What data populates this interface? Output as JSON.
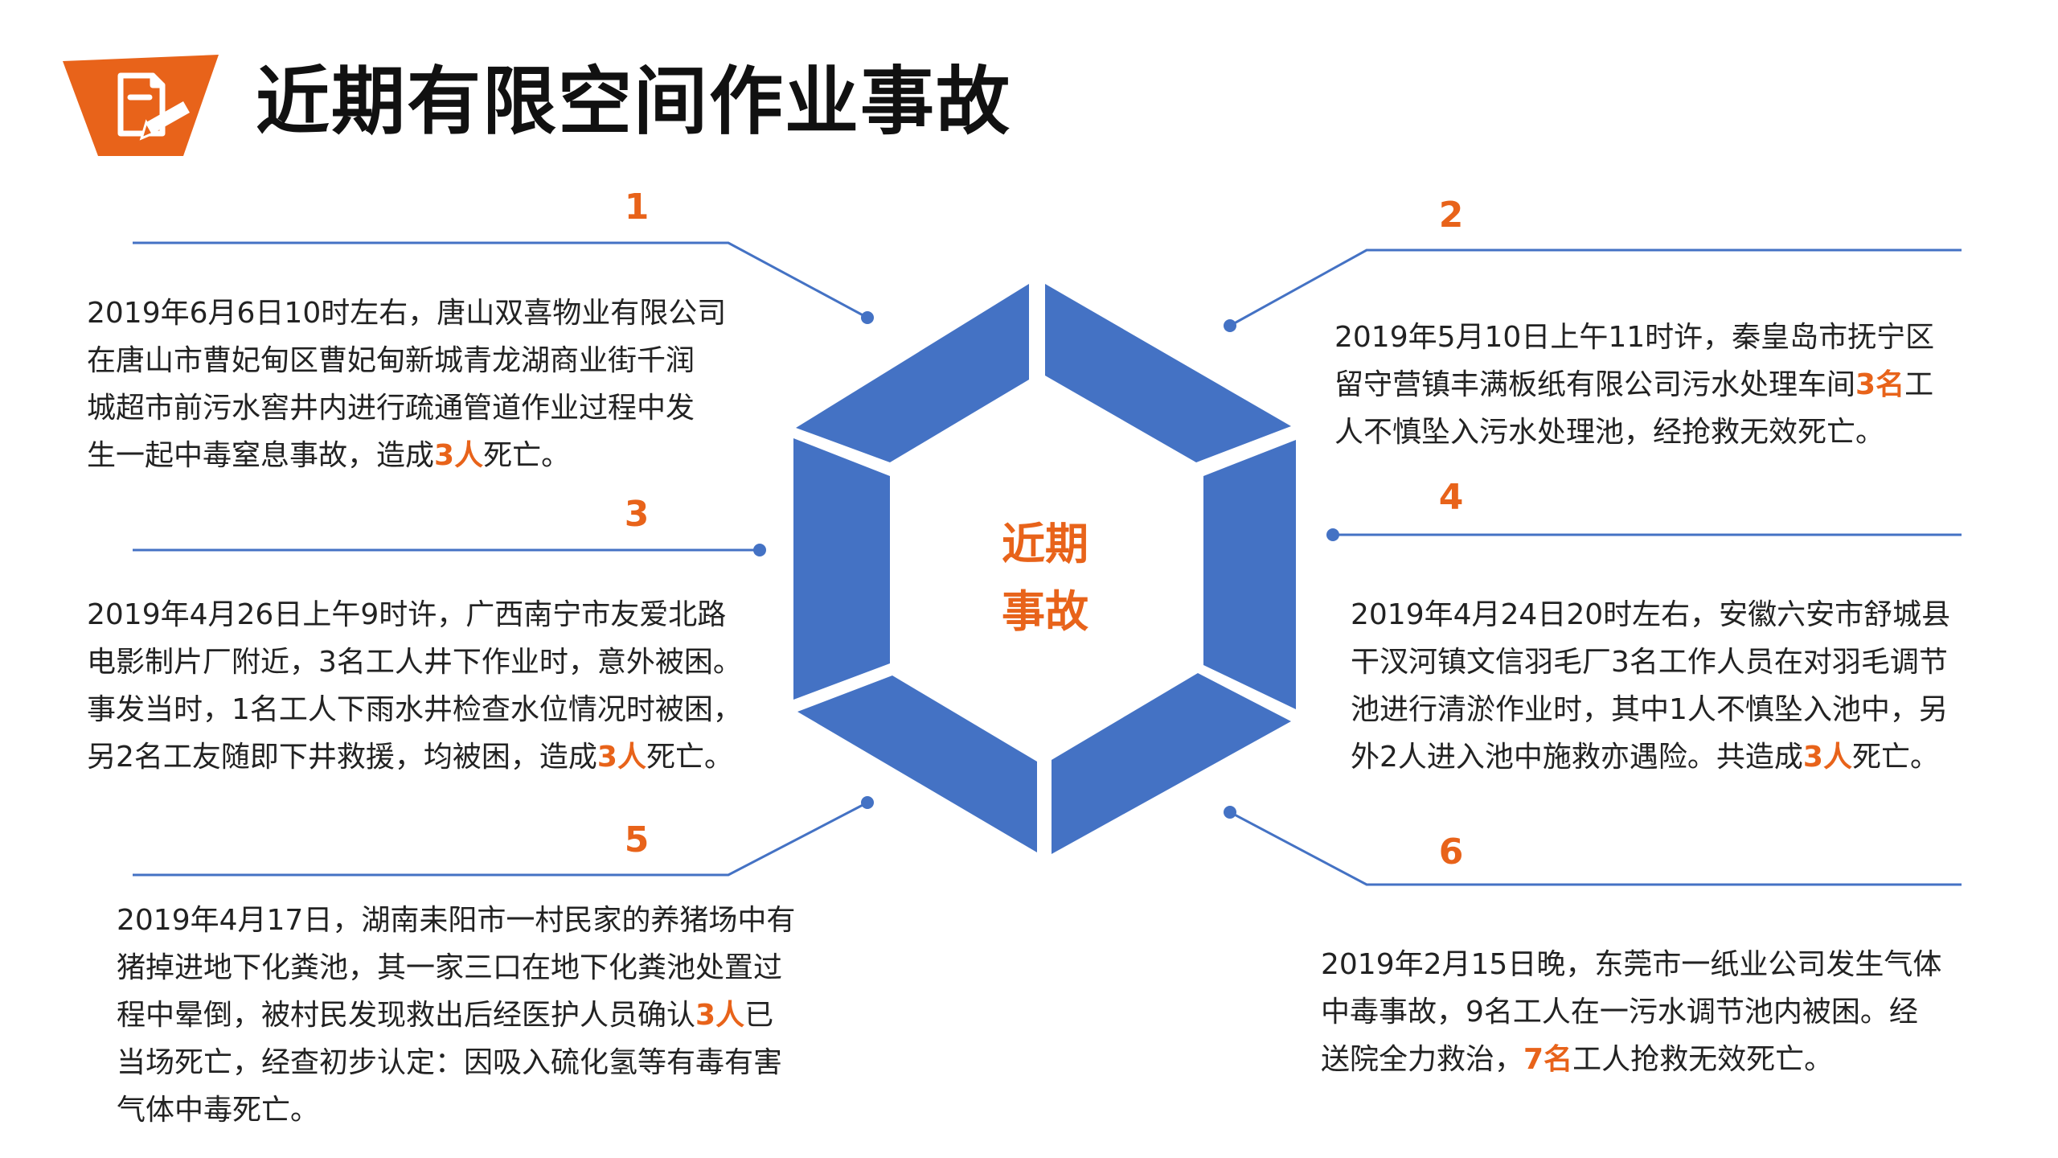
{
  "title": "近期有限空间作业事故",
  "center": {
    "line1": "近期",
    "line2": "事故"
  },
  "colors": {
    "accent": "#E8631A",
    "hexagon": "#4472C4",
    "line": "#4472C4",
    "text": "#222222"
  },
  "icons": {
    "title_badge": "document-pencil-icon"
  },
  "incidents": [
    {
      "number": "1",
      "lines": [
        [
          "2019年6月6日10时左右，唐山双喜物业有限公司"
        ],
        [
          "在唐山市曹妃甸区曹妃甸新城青龙湖商业街千润"
        ],
        [
          "城超市前污水窖井内进行疏通管道作业过程中发"
        ],
        [
          "生一起中毒窒息事故，造成",
          "3人",
          "死亡。"
        ]
      ]
    },
    {
      "number": "2",
      "lines": [
        [
          "2019年5月10日上午11时许，秦皇岛市抚宁区"
        ],
        [
          "留守营镇丰满板纸有限公司污水处理车间",
          "3名",
          "工"
        ],
        [
          "人不慎坠入污水处理池，经抢救无效死亡。"
        ]
      ]
    },
    {
      "number": "3",
      "lines": [
        [
          "2019年4月26日上午9时许，广西南宁市友爱北路"
        ],
        [
          "电影制片厂附近，3名工人井下作业时，意外被困。"
        ],
        [
          "事发当时，1名工人下雨水井检查水位情况时被困，"
        ],
        [
          "另2名工友随即下井救援，均被困，造成",
          "3人",
          "死亡。"
        ]
      ]
    },
    {
      "number": "4",
      "lines": [
        [
          "2019年4月24日20时左右，安徽六安市舒城县"
        ],
        [
          "干汊河镇文信羽毛厂3名工作人员在对羽毛调节"
        ],
        [
          "池进行清淤作业时，其中1人不慎坠入池中，另"
        ],
        [
          "外2人进入池中施救亦遇险。共造成",
          "3人",
          "死亡。"
        ]
      ]
    },
    {
      "number": "5",
      "lines": [
        [
          "2019年4月17日，湖南耒阳市一村民家的养猪场中有"
        ],
        [
          "猪掉进地下化粪池，其一家三口在地下化粪池处置过"
        ],
        [
          "程中晕倒，被村民发现救出后经医护人员确认",
          "3人",
          "已"
        ],
        [
          "当场死亡，经查初步认定：因吸入硫化氢等有毒有害"
        ],
        [
          "气体中毒死亡。"
        ]
      ]
    },
    {
      "number": "6",
      "lines": [
        [
          "2019年2月15日晚，东莞市一纸业公司发生气体"
        ],
        [
          "中毒事故，9名工人在一污水调节池内被困。经"
        ],
        [
          "送院全力救治，",
          "7名",
          "工人抢救无效死亡。"
        ]
      ]
    }
  ]
}
